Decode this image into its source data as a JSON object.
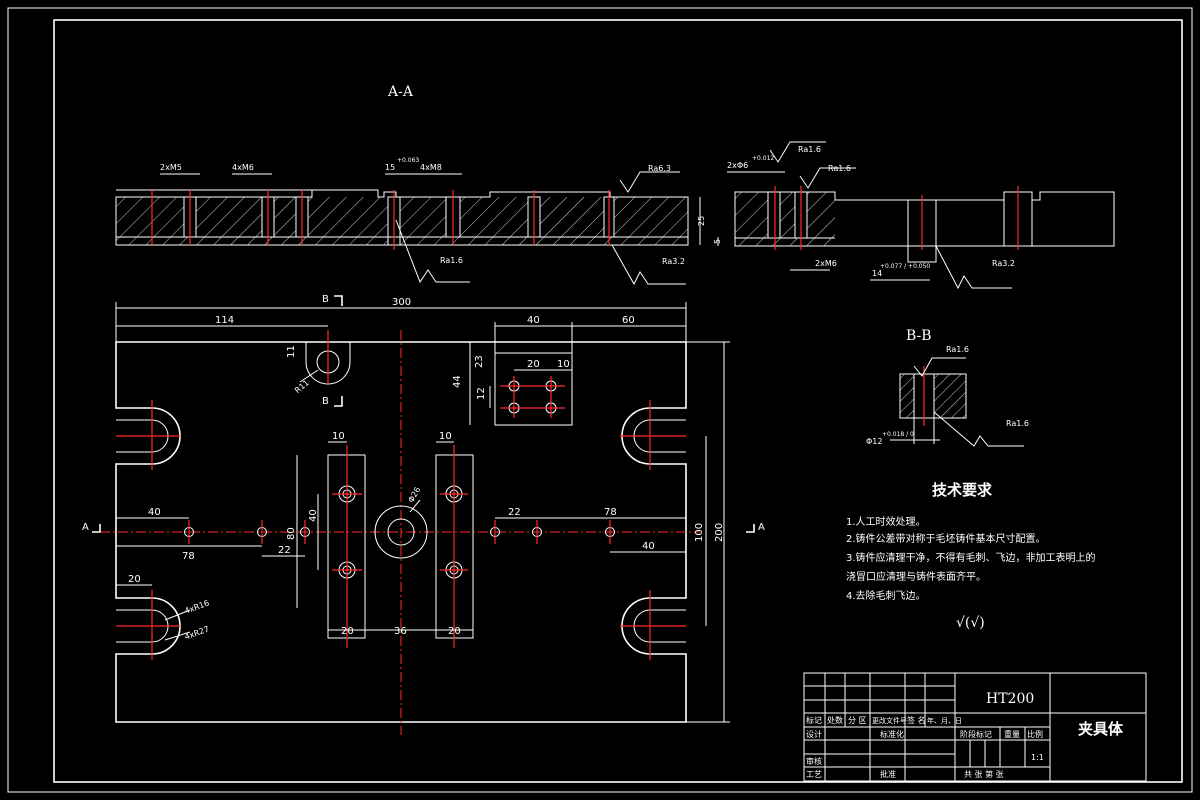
{
  "section_labels": {
    "aa": "A-A",
    "bb": "B-B",
    "b_top": "B",
    "b_bottom": "B",
    "a_left": "A",
    "a_right": "A"
  },
  "roughness": {
    "ra63": "Ra6.3",
    "ra16_a": "Ra1.6",
    "ra16_b": "Ra1.6",
    "ra16_c": "Ra1.6",
    "ra32_a": "Ra3.2",
    "ra32_b": "Ra3.2",
    "ra16_bb1": "Ra1.6",
    "ra16_bb2": "Ra1.6"
  },
  "section_dims": {
    "d1": "2xM5",
    "d2": "4xM6",
    "d3": "15",
    "d3_tol": "+0.063",
    "d4": "4xM8",
    "d5": "2xΦ6",
    "d5_tol": "+0.012",
    "d6": "25",
    "d7": "5",
    "d8": "2xM6",
    "d9": "14",
    "d9_tol": "+0.077 / +0.050",
    "bb_dia": "Φ12",
    "bb_tol": "+0.018 / 0"
  },
  "plan_dims": {
    "overall_w": "300",
    "left_114": "114",
    "dim_40_top": "40",
    "dim_60": "60",
    "dim_11": "11",
    "r11": "R11",
    "dim_23": "23",
    "dim_44": "44",
    "dim_12": "12",
    "dim_20": "20",
    "dim_10": "10",
    "dim_10a": "10",
    "dim_10b": "10",
    "dim_40_left": "40",
    "dim_78_left": "78",
    "dim_22_left": "22",
    "dim_80": "80",
    "dim_40_mid": "40",
    "dia_center": "Φ26",
    "dim_22_right": "22",
    "dim_78_right": "78",
    "dim_40_right": "40",
    "dim_100": "100",
    "dim_200": "200",
    "dim_20_slot": "20",
    "r16": "4xR16",
    "r27": "4xR27",
    "dim_20_b1": "20",
    "dim_36": "36",
    "dim_20_b2": "20"
  },
  "tech": {
    "title": "技术要求",
    "items": [
      "1.人工时效处理。",
      "2.铸件公差带对称于毛坯铸件基本尺寸配置。",
      "3.铸件应清理干净，不得有毛刺、飞边，非加工表明上的",
      "浇冒口应清理与铸件表面齐平。",
      "4.去除毛刺飞边。"
    ],
    "symbol": "√(√)"
  },
  "title_block": {
    "material": "HT200",
    "name": "夹具体",
    "row_labels": [
      "标记",
      "处数",
      "分 区",
      "更改文件号",
      "签 名",
      "年、月、日"
    ],
    "design": "设计",
    "standard": "标准化",
    "review": "审核",
    "process": "工艺",
    "approve": "批准",
    "stage": "阶段标记",
    "weight": "重量",
    "scale": "比例",
    "scale_val": "1:1",
    "sheets": "共    张  第    张"
  }
}
